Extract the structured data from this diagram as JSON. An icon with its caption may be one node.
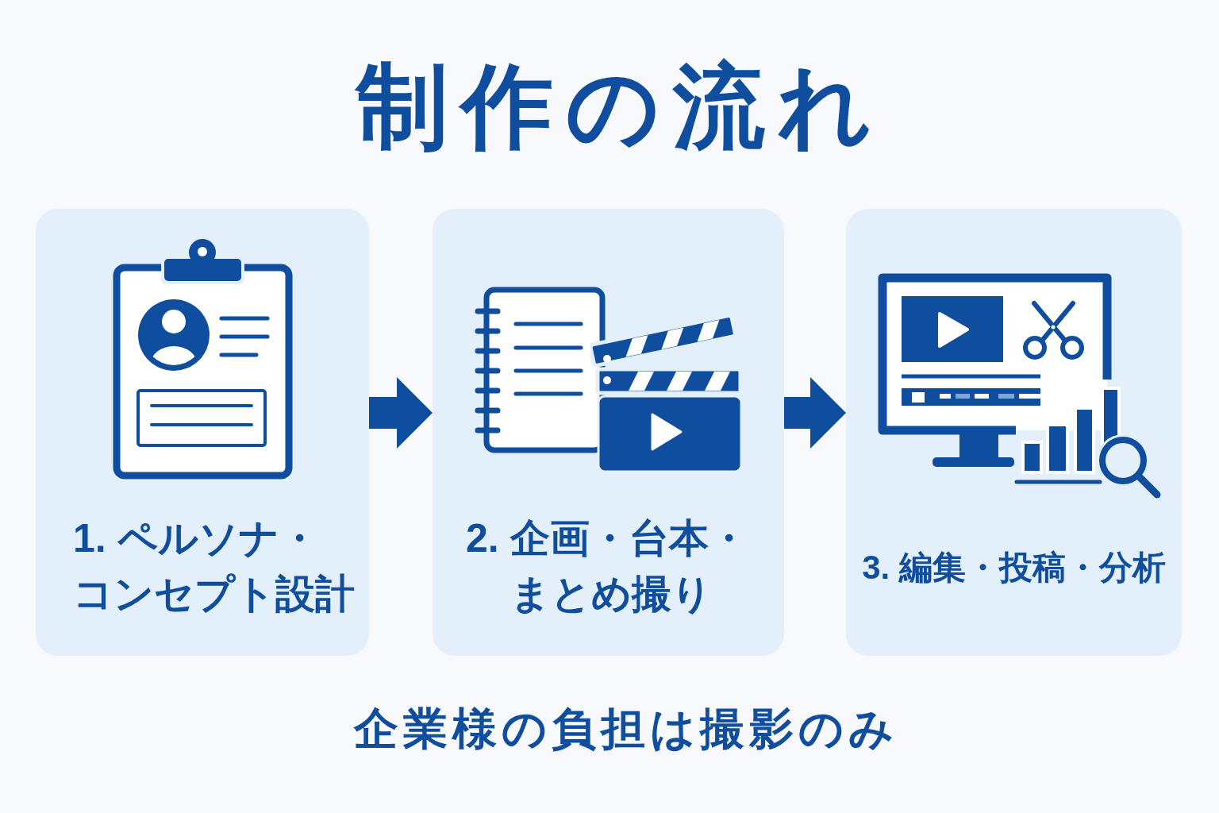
{
  "diagram": {
    "title": "制作の流れ",
    "nodes": [
      {
        "text": [
          "1. ペルソナ・コンセプト設計"
        ]
      },
      {
        "text": [
          "2. 企画・台本・まとめ撮り"
        ]
      },
      {
        "text": [
          "3. 編集・投稿・分析"
        ]
      }
    ],
    "edges": [
      {
        "from": 0,
        "to": 1,
        "arrow": "to"
      },
      {
        "from": 1,
        "to": 2,
        "arrow": "to"
      }
    ],
    "caption": "企業様の負担は撮影のみ"
  }
}
